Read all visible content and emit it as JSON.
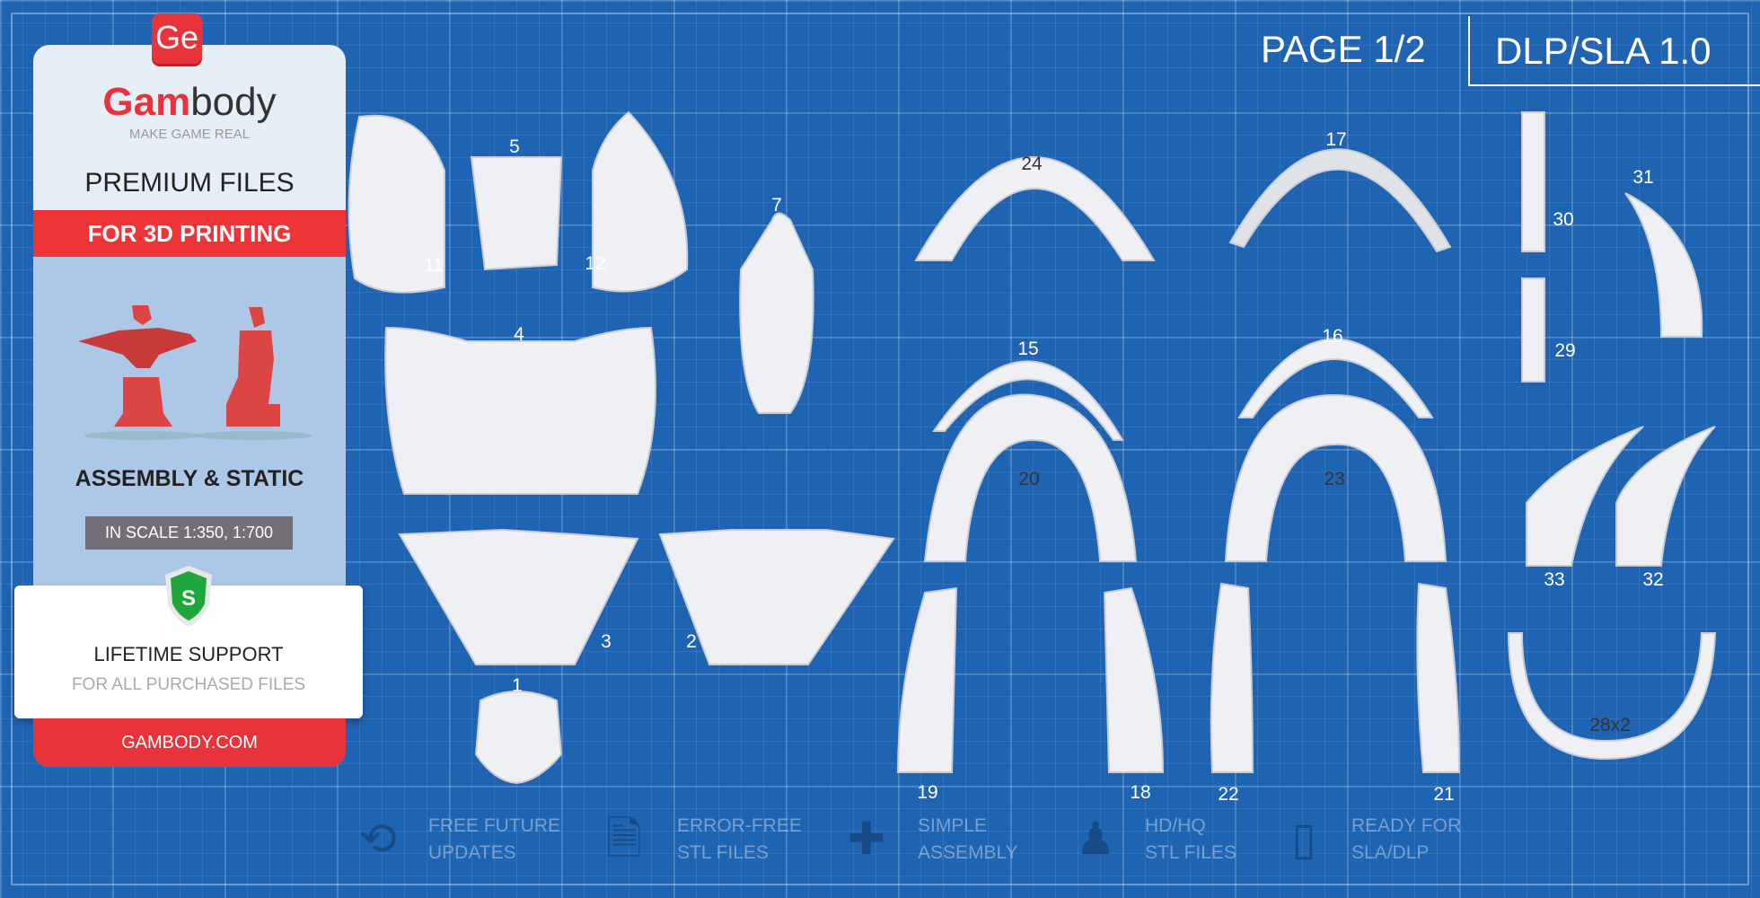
{
  "brand": {
    "logo": "Ge",
    "name_red": "Gam",
    "name_dark": "body",
    "tagline": "MAKE GAME REAL",
    "url": "GAMBODY.COM"
  },
  "panel": {
    "premium": "PREMIUM FILES",
    "printing": "FOR 3D PRINTING",
    "assembly": "ASSEMBLY & STATIC",
    "scale": "IN SCALE 1:350, 1:700",
    "shield_letter": "S",
    "support_title": "LIFETIME SUPPORT",
    "support_sub": "FOR ALL PURCHASED FILES"
  },
  "header": {
    "page": "PAGE 1/2",
    "version": "DLP/SLA 1.0"
  },
  "parts": [
    "5",
    "11",
    "12",
    "7",
    "4",
    "3",
    "2",
    "1",
    "24",
    "17",
    "15",
    "16",
    "20",
    "23",
    "19",
    "18",
    "22",
    "21",
    "30",
    "31",
    "29",
    "33",
    "32",
    "28x2"
  ],
  "features": [
    {
      "icon": "update-arrows-icon",
      "line1": "FREE FUTURE",
      "line2": "UPDATES"
    },
    {
      "icon": "file-check-icon",
      "line1": "ERROR-FREE",
      "line2": "STL FILES"
    },
    {
      "icon": "puzzle-icon",
      "line1": "SIMPLE",
      "line2": "ASSEMBLY"
    },
    {
      "icon": "figure-bust-icon",
      "line1": "HD/HQ",
      "line2": "STL FILES"
    },
    {
      "icon": "printer-icon",
      "line1": "READY FOR",
      "line2": "SLA/DLP"
    }
  ]
}
